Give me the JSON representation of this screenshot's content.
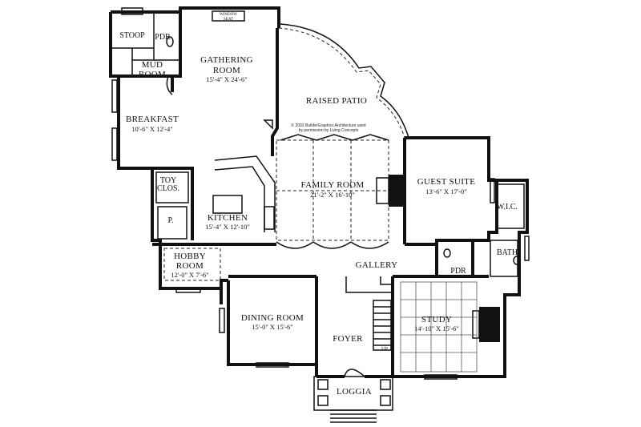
{
  "copyright": {
    "line1": "© 2002 BuilderGraphics Architecture used",
    "line2": "by permission by Living Concepts"
  },
  "rooms": {
    "stoop": {
      "name": "STOOP"
    },
    "pdr_top": {
      "name": "PDR"
    },
    "mud_room": {
      "name1": "MUD",
      "name2": "ROOM"
    },
    "gathering_room": {
      "name1": "GATHERING",
      "name2": "ROOM",
      "dims": "15'-4\" X 24'-6\""
    },
    "window_seat": {
      "name1": "WINDOW",
      "name2": "SEAT"
    },
    "raised_patio": {
      "name": "RAISED PATIO"
    },
    "breakfast": {
      "name": "BREAKFAST",
      "dims": "10'-6\" X 12'-4\""
    },
    "toy_closet": {
      "name1": "TOY",
      "name2": "CLOS."
    },
    "pantry": {
      "name": "P."
    },
    "kitchen": {
      "name": "KITCHEN",
      "dims": "15'-4\" X 12'-10\""
    },
    "family_room": {
      "name": "FAMILY ROOM",
      "dims": "21'-2\" X 16'-10\""
    },
    "guest_suite": {
      "name": "GUEST SUITE",
      "dims": "13'-6\" X 17'-0\""
    },
    "wic": {
      "name": "W.I.C."
    },
    "hobby_room": {
      "name1": "HOBBY",
      "name2": "ROOM",
      "dims": "12'-0\" X 7'-6\""
    },
    "gallery": {
      "name": "GALLERY"
    },
    "pdr_mid": {
      "name": "PDR"
    },
    "bath": {
      "name": "BATH"
    },
    "dining_room": {
      "name": "DINING ROOM",
      "dims": "15'-0\" X 15'-6\""
    },
    "foyer": {
      "name": "FOYER"
    },
    "stairs_up": {
      "name": "UP"
    },
    "study": {
      "name": "STUDY",
      "dims": "14'-10\" X 15'-6\""
    },
    "loggia": {
      "name": "LOGGIA"
    }
  }
}
